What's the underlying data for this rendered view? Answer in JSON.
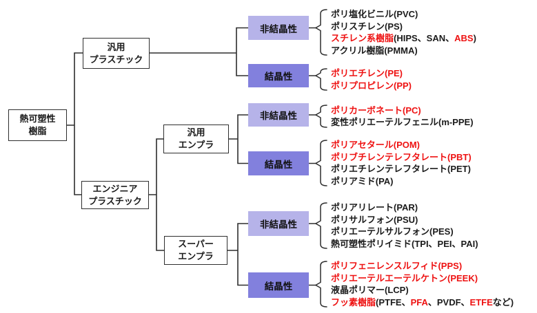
{
  "colors": {
    "amorphous_box": "#b6b3e9",
    "crystalline_box": "#8280dd",
    "highlight": "#ee1111",
    "line": "#2d2d2d",
    "text": "#1a1a1a"
  },
  "nodes": {
    "root": "熱可塑性\n樹脂",
    "general_plastic": "汎用\nプラスチック",
    "engineering_plastic": "エンジニア\nプラスチック",
    "general_enpla": "汎用\nエンプラ",
    "super_enpla": "スーパー\nエンプラ"
  },
  "groups": [
    {
      "category": "非結晶性",
      "type": "amorphous",
      "items": [
        [
          {
            "t": "ポリ塩化ビニル(PVC)",
            "red": false
          }
        ],
        [
          {
            "t": "ポリスチレン(PS)",
            "red": false
          }
        ],
        [
          {
            "t": "スチレン系樹脂",
            "red": true
          },
          {
            "t": "(HIPS、SAN、",
            "red": false
          },
          {
            "t": "ABS",
            "red": true
          },
          {
            "t": ")",
            "red": false
          }
        ],
        [
          {
            "t": "アクリル樹脂(PMMA)",
            "red": false
          }
        ]
      ]
    },
    {
      "category": "結晶性",
      "type": "crystalline",
      "items": [
        [
          {
            "t": "ポリエチレン(PE)",
            "red": true
          }
        ],
        [
          {
            "t": "ポリプロピレン(PP)",
            "red": true
          }
        ]
      ]
    },
    {
      "category": "非結晶性",
      "type": "amorphous",
      "items": [
        [
          {
            "t": "ポリカーボネート(PC)",
            "red": true
          }
        ],
        [
          {
            "t": "変性ポリエーテルフェニル(m-PPE)",
            "red": false
          }
        ]
      ]
    },
    {
      "category": "結晶性",
      "type": "crystalline",
      "items": [
        [
          {
            "t": "ポリアセタール(POM)",
            "red": true
          }
        ],
        [
          {
            "t": "ポリブチレンテレフタレート(PBT)",
            "red": true
          }
        ],
        [
          {
            "t": "ポリエチレンテレフタレート(PET)",
            "red": false
          }
        ],
        [
          {
            "t": "ポリアミド(PA)",
            "red": false
          }
        ]
      ]
    },
    {
      "category": "非結晶性",
      "type": "amorphous",
      "items": [
        [
          {
            "t": "ポリアリレート(PAR)",
            "red": false
          }
        ],
        [
          {
            "t": "ポリサルフォン(PSU)",
            "red": false
          }
        ],
        [
          {
            "t": "ポリエーテルサルフォン(PES)",
            "red": false
          }
        ],
        [
          {
            "t": "熱可塑性ポリイミド(TPI、PEI、PAI)",
            "red": false
          }
        ]
      ]
    },
    {
      "category": "結晶性",
      "type": "crystalline",
      "items": [
        [
          {
            "t": "ポリフェニレンスルフィド(PPS)",
            "red": true
          }
        ],
        [
          {
            "t": "ポリエーテルエーテルケトン(PEEK)",
            "red": true
          }
        ],
        [
          {
            "t": "液晶ポリマー(LCP)",
            "red": false
          }
        ],
        [
          {
            "t": "フッ素樹脂",
            "red": true
          },
          {
            "t": "(PTFE、",
            "red": false
          },
          {
            "t": "PFA",
            "red": true
          },
          {
            "t": "、PVDF、",
            "red": false
          },
          {
            "t": "ETFE",
            "red": true
          },
          {
            "t": "など)",
            "red": false
          }
        ]
      ]
    }
  ]
}
